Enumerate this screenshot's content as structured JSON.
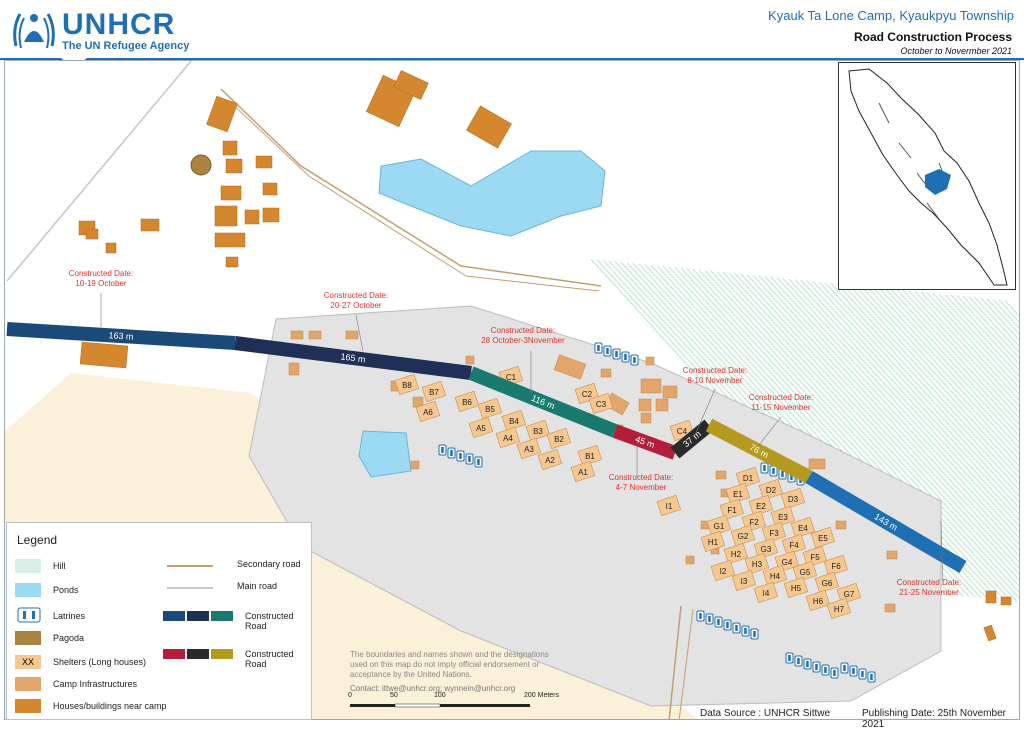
{
  "header": {
    "org": "UNHCR",
    "org_sub": "The UN Refugee Agency",
    "location": "Kyauk Ta Lone Camp, Kyaukpyu Township",
    "title": "Road Construction Process",
    "period": "October to Novermber 2021"
  },
  "roads": [
    {
      "length": "163 m",
      "date_label": "Constructed Date:",
      "date": "10-19 October",
      "color": "#1a4a7a"
    },
    {
      "length": "165 m",
      "date_label": "Constructed Date:",
      "date": "20-27 October",
      "color": "#1f2f55"
    },
    {
      "length": "116 m",
      "date_label": "Constructed Date:",
      "date": "28 October-3November",
      "color": "#1a7a6e"
    },
    {
      "length": "45 m",
      "date_label": "Constructed Date:",
      "date": "4-7 November",
      "color": "#b41e3a"
    },
    {
      "length": "37 m",
      "date_label": "Constructed Date:",
      "date": "8-10 November",
      "color": "#2a2a2a"
    },
    {
      "length": "76 m",
      "date_label": "Constructed Date:",
      "date": "11-15 November",
      "color": "#b49a1e"
    },
    {
      "length": "143 m",
      "date_label": "Constructed Date:",
      "date": "21-25 November",
      "color": "#1f6fb5"
    }
  ],
  "shelters": [
    "B8",
    "B7",
    "A6",
    "B6",
    "B5",
    "A5",
    "B4",
    "A4",
    "B3",
    "A3",
    "B2",
    "A2",
    "B1",
    "A1",
    "C1",
    "C2",
    "C3",
    "C4",
    "I1",
    "D1",
    "E1",
    "D2",
    "D3",
    "E2",
    "F1",
    "E3",
    "F2",
    "G1",
    "E4",
    "F3",
    "G2",
    "H1",
    "F4",
    "E5",
    "G3",
    "H2",
    "F5",
    "G4",
    "H3",
    "I2",
    "F6",
    "G5",
    "H4",
    "I3",
    "G6",
    "H5",
    "I4",
    "G7",
    "H6",
    "H7"
  ],
  "legend": {
    "title": "Legend",
    "hill": "Hill",
    "ponds": "Ponds",
    "latrines": "Latrines",
    "pagoda": "Pagoda",
    "shelters_code": "XX",
    "shelters": "Shelters (Long houses)",
    "camp_infra": "Camp Infrastructures",
    "houses": "Houses/buildings near camp",
    "secondary_road": "Secondary road",
    "main_road": "Main road",
    "constructed_road_1": "Constructed Road",
    "constructed_road_2": "Constructed Road"
  },
  "disclaimer": "The boundaries and names shown and the designations used on this map do not imply official endorsement or acceptance by the United Nations.",
  "contact": "Contact: ittwe@unhcr.org; wynnein@unhcr.org",
  "scale": {
    "ticks": [
      "0",
      "50",
      "100",
      "200 Meters"
    ]
  },
  "footer": {
    "source": "Data Source : UNHCR Sittwe",
    "published": "Publishing Date: 25th November 2021"
  },
  "colors": {
    "hill": "#d7efe6",
    "pond": "#9cd9f2",
    "camp": "#e3e3e3",
    "shelter": "#f4c890",
    "infra": "#e2a56a",
    "house": "#d4872e",
    "pagoda": "#a88440",
    "accent": "#1f6fb5",
    "label_red": "#d9342b"
  }
}
